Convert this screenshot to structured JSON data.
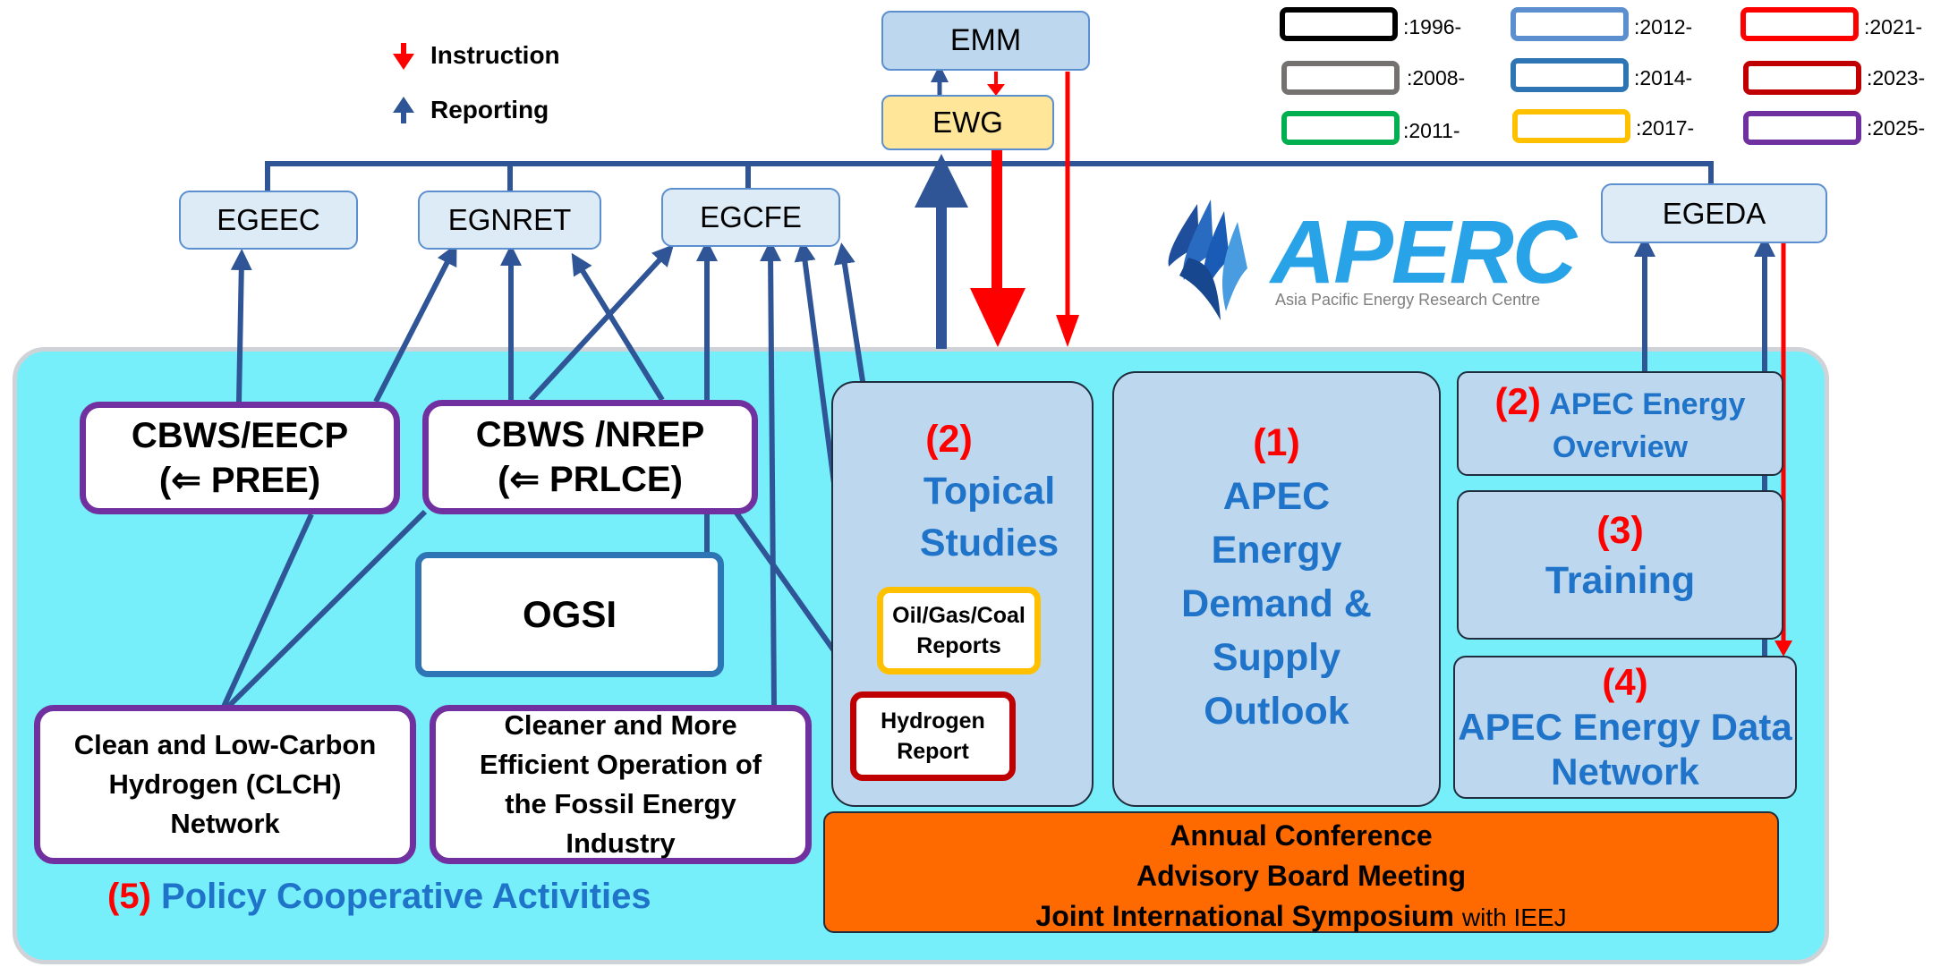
{
  "legend_arrows": {
    "instruction": "Instruction",
    "reporting": "Reporting"
  },
  "colors": {
    "instruction": "#ff0000",
    "reporting": "#2f5597",
    "panel_bg": "#76effb",
    "orange": "#ff6a00",
    "purple": "#7030a0"
  },
  "top": {
    "emm": "EMM",
    "ewg": "EWG"
  },
  "expert_groups": {
    "egeec": "EGEEC",
    "egnret": "EGNRET",
    "egcfe": "EGCFE",
    "egeda": "EGEDA"
  },
  "logo": {
    "name": "APERC",
    "tagline": "Asia Pacific Energy Research Centre"
  },
  "year_legend": [
    {
      "label": ":1996-",
      "color": "#000000"
    },
    {
      "label": ":2008-",
      "color": "#767171"
    },
    {
      "label": ":2011-",
      "color": "#00b050"
    },
    {
      "label": ":2012-",
      "color": "#5b8fcf"
    },
    {
      "label": ":2014-",
      "color": "#2e75b6"
    },
    {
      "label": ":2017-",
      "color": "#ffc000"
    },
    {
      "label": ":2021-",
      "color": "#ff0000"
    },
    {
      "label": ":2023-",
      "color": "#c00000"
    },
    {
      "label": ":2025-",
      "color": "#7030a0"
    }
  ],
  "policy": {
    "cbws_eecp_line1": "CBWS/EECP",
    "cbws_eecp_line2": "(⇐ PREE)",
    "cbws_nrep_line1": "CBWS /NREP",
    "cbws_nrep_line2": "(⇐ PRLCE)",
    "ogsi": "OGSI",
    "clch": "Clean and Low-Carbon Hydrogen (CLCH) Network",
    "cleaner": "Cleaner and More Efficient Operation of the Fossil Energy Industry",
    "footer_num": "(5)",
    "footer_text": "Policy Cooperative Activities"
  },
  "topical": {
    "num": "(2)",
    "line1": "Topical",
    "line2": "Studies",
    "oil_report": "Oil/Gas/Coal Reports",
    "hydrogen_report": "Hydrogen Report"
  },
  "outlook": {
    "num": "(1)",
    "lines": [
      "APEC",
      "Energy",
      "Demand &",
      "Supply",
      "Outlook"
    ]
  },
  "overview": {
    "num": "(2)",
    "line1": "APEC Energy",
    "line2": "Overview"
  },
  "training": {
    "num": "(3)",
    "text": "Training"
  },
  "data_network": {
    "num": "(4)",
    "line1": "APEC Energy Data",
    "line2": "Network"
  },
  "conference": {
    "line1": "Annual Conference",
    "line2": "Advisory Board Meeting",
    "line3_bold": "Joint International Symposium",
    "line3_rest": "with IEEJ"
  }
}
